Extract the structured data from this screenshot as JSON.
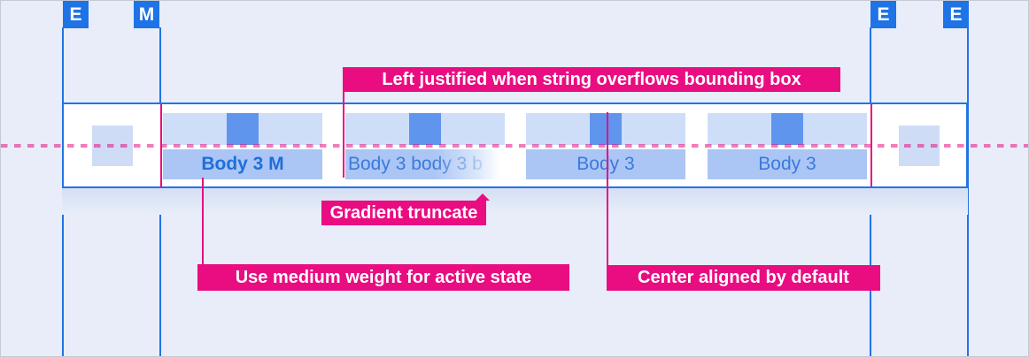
{
  "markers": [
    {
      "label": "E"
    },
    {
      "label": "M"
    },
    {
      "label": "E"
    },
    {
      "label": "E"
    }
  ],
  "tab_bar": {
    "tabs": [
      {
        "label": "Body 3 M",
        "state": "active"
      },
      {
        "label": "Body 3 body 3 b",
        "state": "gradient-truncated"
      },
      {
        "label": "Body 3",
        "state": "default"
      },
      {
        "label": "Body 3",
        "state": "default"
      }
    ]
  },
  "annotations": {
    "left_justified": "Left justified when string overflows bounding box",
    "gradient_truncate": "Gradient truncate",
    "medium_weight": "Use medium weight for active state",
    "center_aligned": "Center aligned by default"
  },
  "colors": {
    "background": "#E8EDF9",
    "guide_blue": "#2273E5",
    "marker_blue": "#1E73E6",
    "annotation_magenta": "#E90D81",
    "dashed_baseline_pink": "#F37ABA",
    "tab_icon_area": "#CEDEF9",
    "tab_label_band": "#ABC5F5",
    "tab_icon": "#6095EE",
    "tab_text": "#3B7ADB",
    "tab_text_active": "#1E6FDB"
  }
}
